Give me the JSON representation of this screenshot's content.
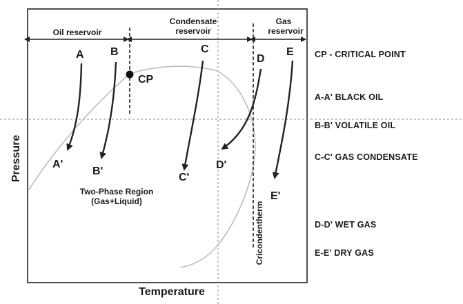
{
  "reservoirs": {
    "oil": "Oil reservoir",
    "condensate_line1": "Condensate",
    "condensate_line2": "reservoir",
    "gas_line1": "Gas",
    "gas_line2": "reservoir"
  },
  "points": {
    "A": "A",
    "B": "B",
    "C": "C",
    "D": "D",
    "E": "E",
    "A2": "A'",
    "B2": "B'",
    "C2": "C'",
    "D2": "D'",
    "E2": "E'",
    "CP": "CP"
  },
  "region": {
    "line1": "Two-Phase Region",
    "line2": "(Gas+Liquid)"
  },
  "cricondentherm": "Cricondentherm",
  "axes": {
    "x": "Temperature",
    "y": "Pressure"
  },
  "legend": [
    "CP - CRITICAL POINT",
    "A-A'  BLACK OIL",
    "B-B'  VOLATILE OIL",
    "C-C'  GAS CONDENSATE",
    "D-D'  WET GAS",
    "E-E'  DRY GAS"
  ],
  "colors": {
    "stroke": "#222222",
    "envelope": "#b9b9b9",
    "guide": "#8a8a8a"
  }
}
